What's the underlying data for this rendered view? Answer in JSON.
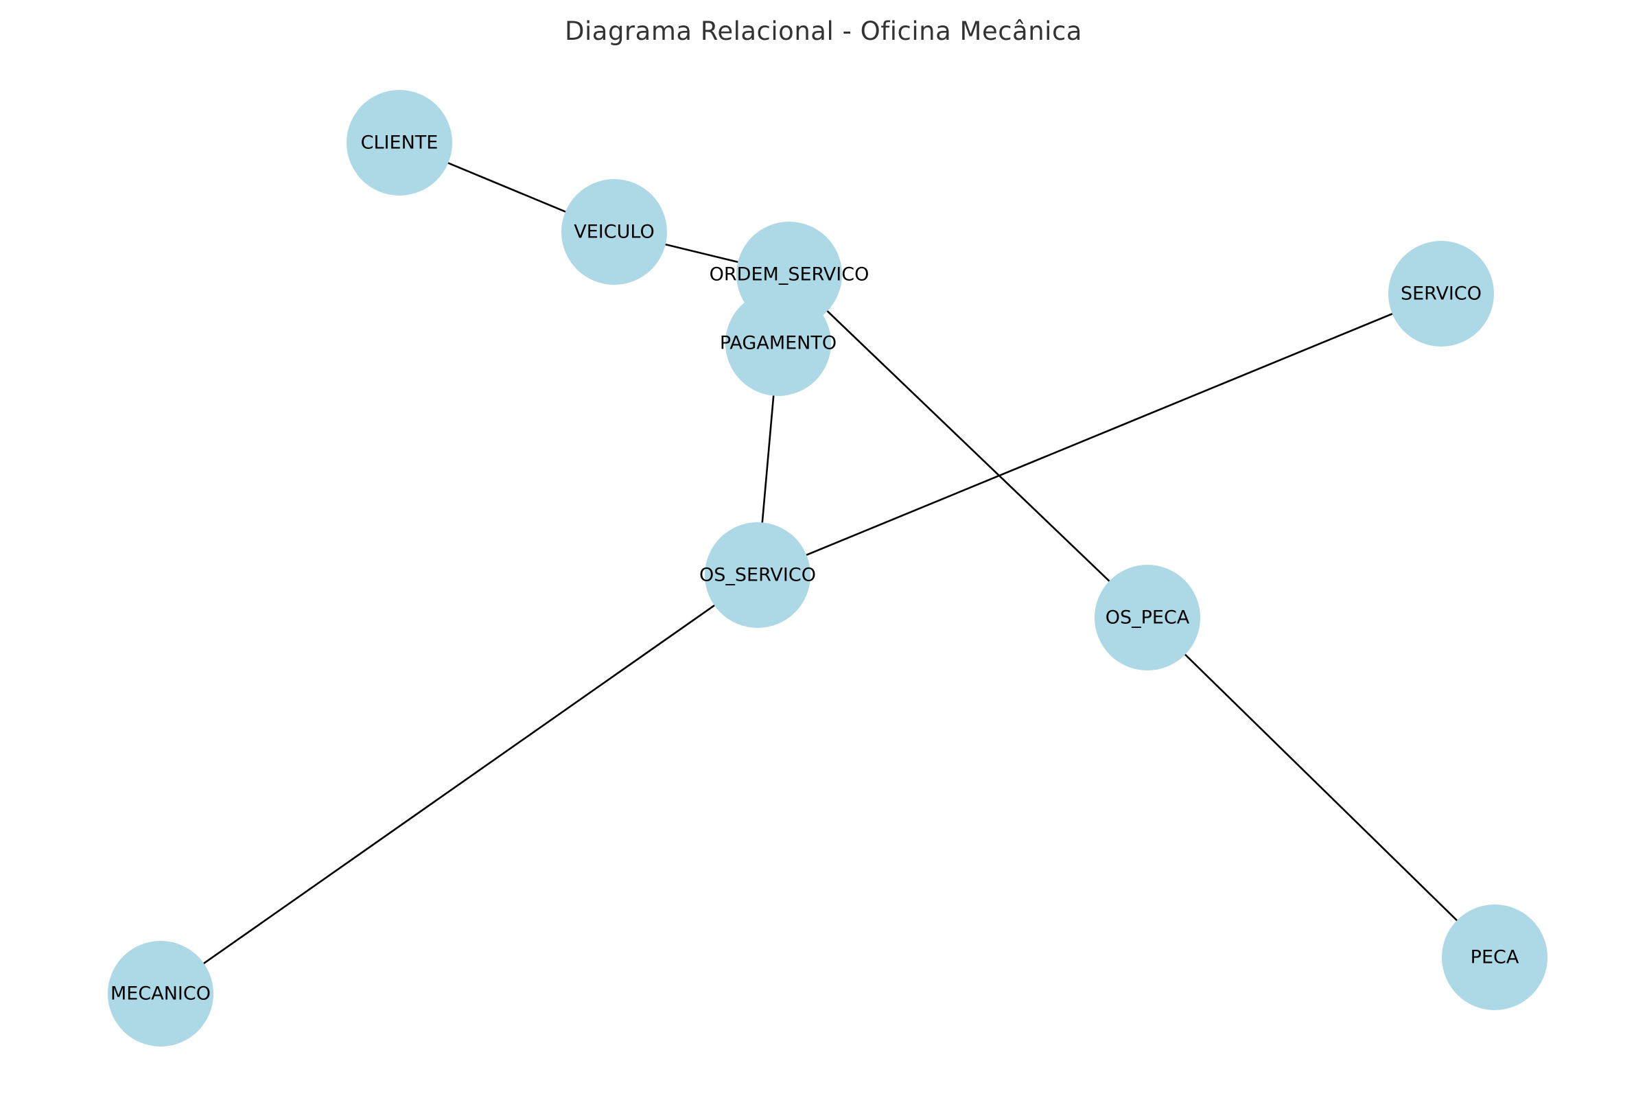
{
  "title": "Diagrama Relacional - Oficina Mecânica",
  "colors": {
    "node_fill": "#add8e6",
    "edge": "#000000",
    "label": "#000000",
    "title": "#333333",
    "background": "#ffffff"
  },
  "nodes": [
    {
      "id": "CLIENTE",
      "label": "CLIENTE"
    },
    {
      "id": "VEICULO",
      "label": "VEICULO"
    },
    {
      "id": "ORDEM_SERVICO",
      "label": "ORDEM_SERVICO"
    },
    {
      "id": "PAGAMENTO",
      "label": "PAGAMENTO"
    },
    {
      "id": "SERVICO",
      "label": "SERVICO"
    },
    {
      "id": "OS_SERVICO",
      "label": "OS_SERVICO"
    },
    {
      "id": "OS_PECA",
      "label": "OS_PECA"
    },
    {
      "id": "MECANICO",
      "label": "MECANICO"
    },
    {
      "id": "PECA",
      "label": "PECA"
    }
  ],
  "edges": [
    {
      "from": "CLIENTE",
      "to": "VEICULO"
    },
    {
      "from": "VEICULO",
      "to": "ORDEM_SERVICO"
    },
    {
      "from": "ORDEM_SERVICO",
      "to": "OS_PECA"
    },
    {
      "from": "PAGAMENTO",
      "to": "OS_SERVICO"
    },
    {
      "from": "SERVICO",
      "to": "OS_SERVICO"
    },
    {
      "from": "OS_SERVICO",
      "to": "MECANICO"
    },
    {
      "from": "OS_PECA",
      "to": "PECA"
    }
  ]
}
